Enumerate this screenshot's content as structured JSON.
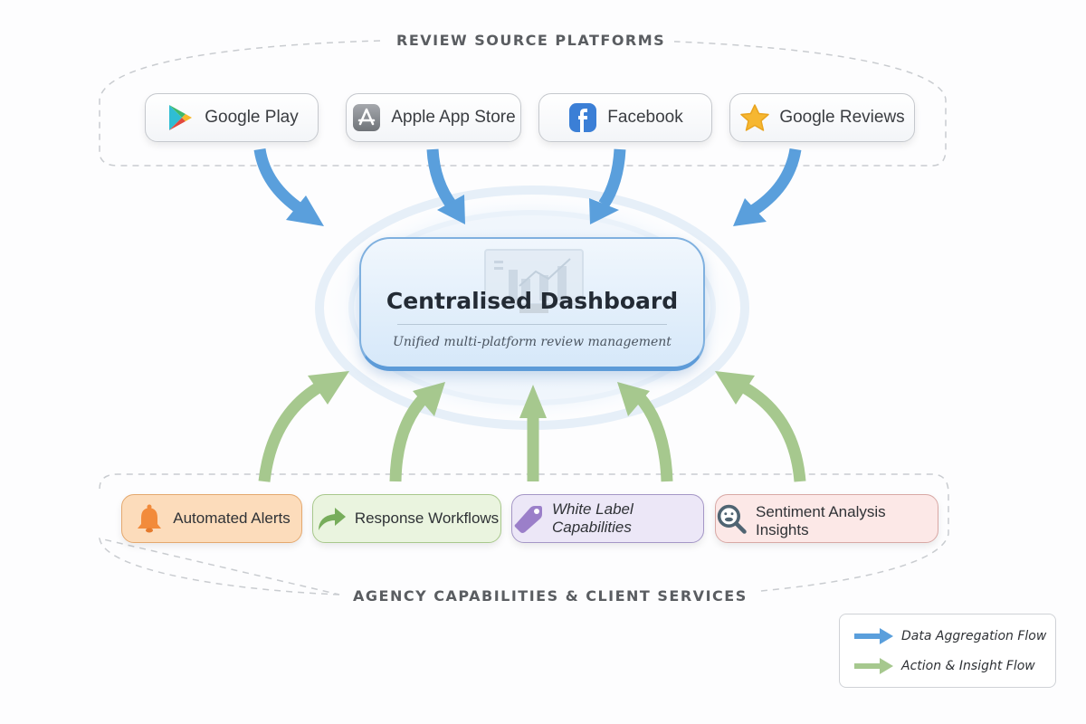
{
  "sections": {
    "top_title": "REVIEW SOURCE PLATFORMS",
    "bottom_title": "AGENCY CAPABILITIES & CLIENT SERVICES"
  },
  "sources": [
    {
      "label": "Google Play",
      "icon": "google-play-icon"
    },
    {
      "label": "Apple App Store",
      "icon": "app-store-icon"
    },
    {
      "label": "Facebook",
      "icon": "facebook-icon"
    },
    {
      "label": "Google Reviews",
      "icon": "star-icon"
    }
  ],
  "dashboard": {
    "title": "Centralised Dashboard",
    "subtitle": "Unified multi-platform review management",
    "icon": "monitor-chart-icon"
  },
  "capabilities": [
    {
      "label": "Automated Alerts",
      "icon": "bell-icon",
      "color": "#fbd9b5",
      "border": "#e6a86a"
    },
    {
      "label": "Response Workflows",
      "icon": "share-arrow-icon",
      "color": "#e8f3dc",
      "border": "#a9c98c"
    },
    {
      "label": "White Label Capabilities",
      "icon": "tag-icon",
      "color": "#ebe6f6",
      "border": "#a497c6"
    },
    {
      "label": "Sentiment Analysis Insights",
      "icon": "sentiment-search-icon",
      "color": "#fbe7e6",
      "border": "#d8a7a4"
    }
  ],
  "legend": [
    {
      "label": "Data Aggregation Flow",
      "color": "#5a9fdc"
    },
    {
      "label": "Action & Insight Flow",
      "color": "#a6c88e"
    }
  ],
  "colors": {
    "aggregation": "#5a9fdc",
    "action": "#a6c88e"
  }
}
